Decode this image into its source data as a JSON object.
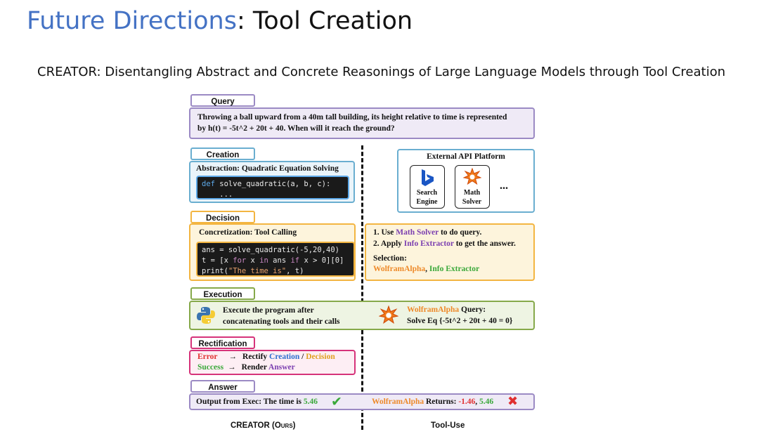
{
  "slide": {
    "title_accent": "Future Directions",
    "title_rest": ": Tool Creation",
    "subtitle": "CREATOR: Disentangling Abstract and Concrete Reasonings of Large Language Models through Tool Creation"
  },
  "figure": {
    "query": {
      "tab": "Query",
      "line1": "Throwing a ball upward from a 40m tall building, its height relative to time is represented",
      "line2": "by h(t) = -5t^2 + 20t + 40. When will it reach the ground?"
    },
    "creation": {
      "tab": "Creation",
      "heading": "Abstraction: Quadratic Equation Solving",
      "code_kw": "def",
      "code_line1_rest": " solve_quadratic(a, b, c):",
      "code_line2": "    ..."
    },
    "external": {
      "title": "External API Platform",
      "tool1_line1": "Search",
      "tool1_line2": "Engine",
      "tool2_line1": "Math",
      "tool2_line2": "Solver",
      "more": "..."
    },
    "decision": {
      "tab": "Decision",
      "heading": "Concretization: Tool Calling",
      "code_line1": "ans = solve_quadratic(-5,20,40)",
      "code_line2_a": "t = [x ",
      "code_line2_kw1": "for",
      "code_line2_b": " x ",
      "code_line2_kw2": "in",
      "code_line2_c": " ans ",
      "code_line2_kw3": "if",
      "code_line2_d": " x > 0][0]",
      "code_line3_a": "print(",
      "code_line3_str": "\"The time is\"",
      "code_line3_b": ", t)",
      "step1_a": "1. Use ",
      "step1_hl": "Math Solver",
      "step1_b": " to do query.",
      "step2_a": "2. Apply ",
      "step2_hl": "Info Extractor",
      "step2_b": " to get the answer.",
      "selection_label": "Selection:",
      "sel1": "WolframAlpha",
      "sel_sep": ", ",
      "sel2": "Info Extractor"
    },
    "execution": {
      "tab": "Execution",
      "line1": "Execute the program after",
      "line2": "concatenating tools and their calls",
      "wa_name": "WolframAlpha",
      "wa_query": " Query:",
      "wa_eq": "Solve Eq {-5t^2 + 20t + 40 = 0}"
    },
    "rectification": {
      "tab": "Rectification",
      "error": "Error",
      "arrow": "→",
      "rectify": "Rectify ",
      "creation": "Creation",
      "slash": " / ",
      "decision": "Decision",
      "success": "Success",
      "render": "Render ",
      "answer": "Answer"
    },
    "answer": {
      "tab": "Answer",
      "left_text": "Output from Exec: The time is ",
      "left_value": "5.46",
      "check": "✔",
      "right_name": "WolframAlpha",
      "right_text": " Returns: ",
      "right_v1": "-1.46",
      "right_sep": ", ",
      "right_v2": "5.46",
      "cross": "✖"
    },
    "footer": {
      "left": "CREATOR (Ours)",
      "right": "Tool-Use"
    }
  },
  "colors": {
    "accent": "#4472c4",
    "purple": "#9b8ac4",
    "blue": "#6aaed0",
    "orange": "#f3b541",
    "green": "#86a94a",
    "pink": "#d6337a"
  }
}
